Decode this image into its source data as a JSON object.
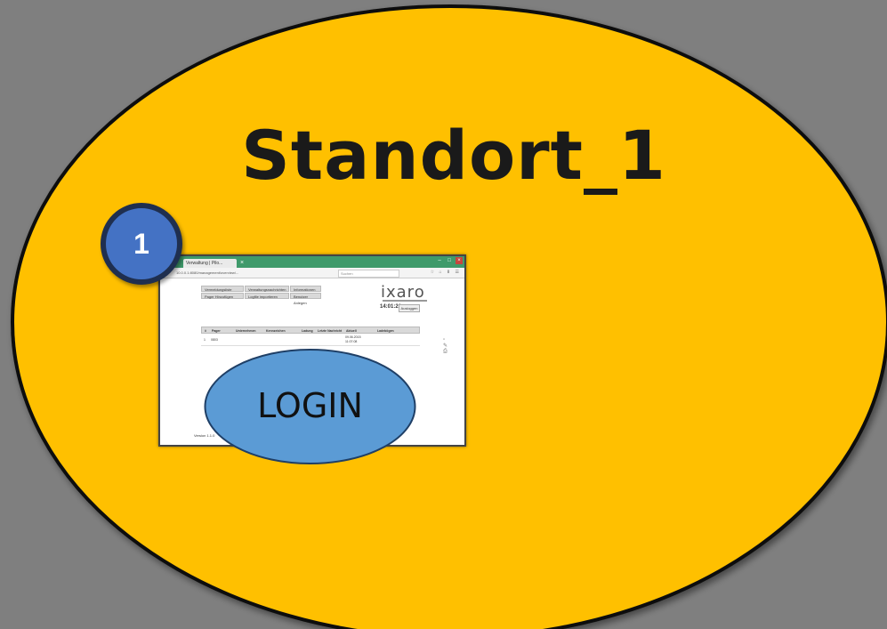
{
  "diagram": {
    "title": "Standort_1",
    "badge_number": "1",
    "login_label": "LOGIN",
    "colors": {
      "background": "#7f7f7f",
      "ellipse_fill": "#ffc000",
      "badge_fill": "#4472c4",
      "login_fill": "#5b9bd5"
    }
  },
  "screenshot": {
    "tab_title": "Verwaltung | Pilo...",
    "url": "10.0.0.1:8080/management/overview/...",
    "search_placeholder": "Suchen",
    "nav": {
      "row1": [
        "Vermeldungsliste",
        "Verwaltungsnachrichten",
        "Informationen"
      ],
      "row2": [
        "Pager Hinzufügen",
        "Logfile importieren",
        "Benutzer Anlegen"
      ]
    },
    "logo": "ixaro",
    "time": "14:01:21",
    "logout_label": "Ausloggen",
    "columns": [
      "#",
      "Pager",
      "Unternehmen",
      "Kennzeichen",
      "Ladung",
      "Letzte Nachricht",
      "Aktuell",
      "Ladebögen"
    ],
    "rows": [
      {
        "num": "1",
        "pager": "0803",
        "aktuell": "09.06.2015 11:07:08"
      }
    ],
    "version": "Version 1.1.0"
  }
}
